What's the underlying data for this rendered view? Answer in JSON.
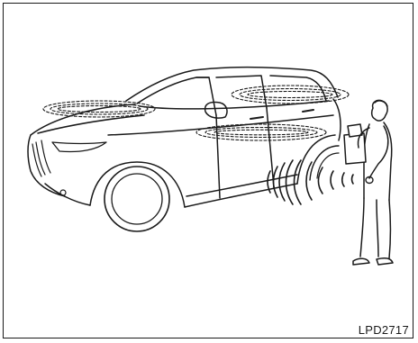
{
  "figure": {
    "code": "LPD2717"
  },
  "colors": {
    "line": "#1a1a1a",
    "background": "#ffffff"
  },
  "icons": {
    "vehicle": "suv-vehicle-illustration",
    "person": "person-holding-key-illustration",
    "signal": "radio-wave-signal-icon",
    "zone": "detection-zone-ring"
  }
}
